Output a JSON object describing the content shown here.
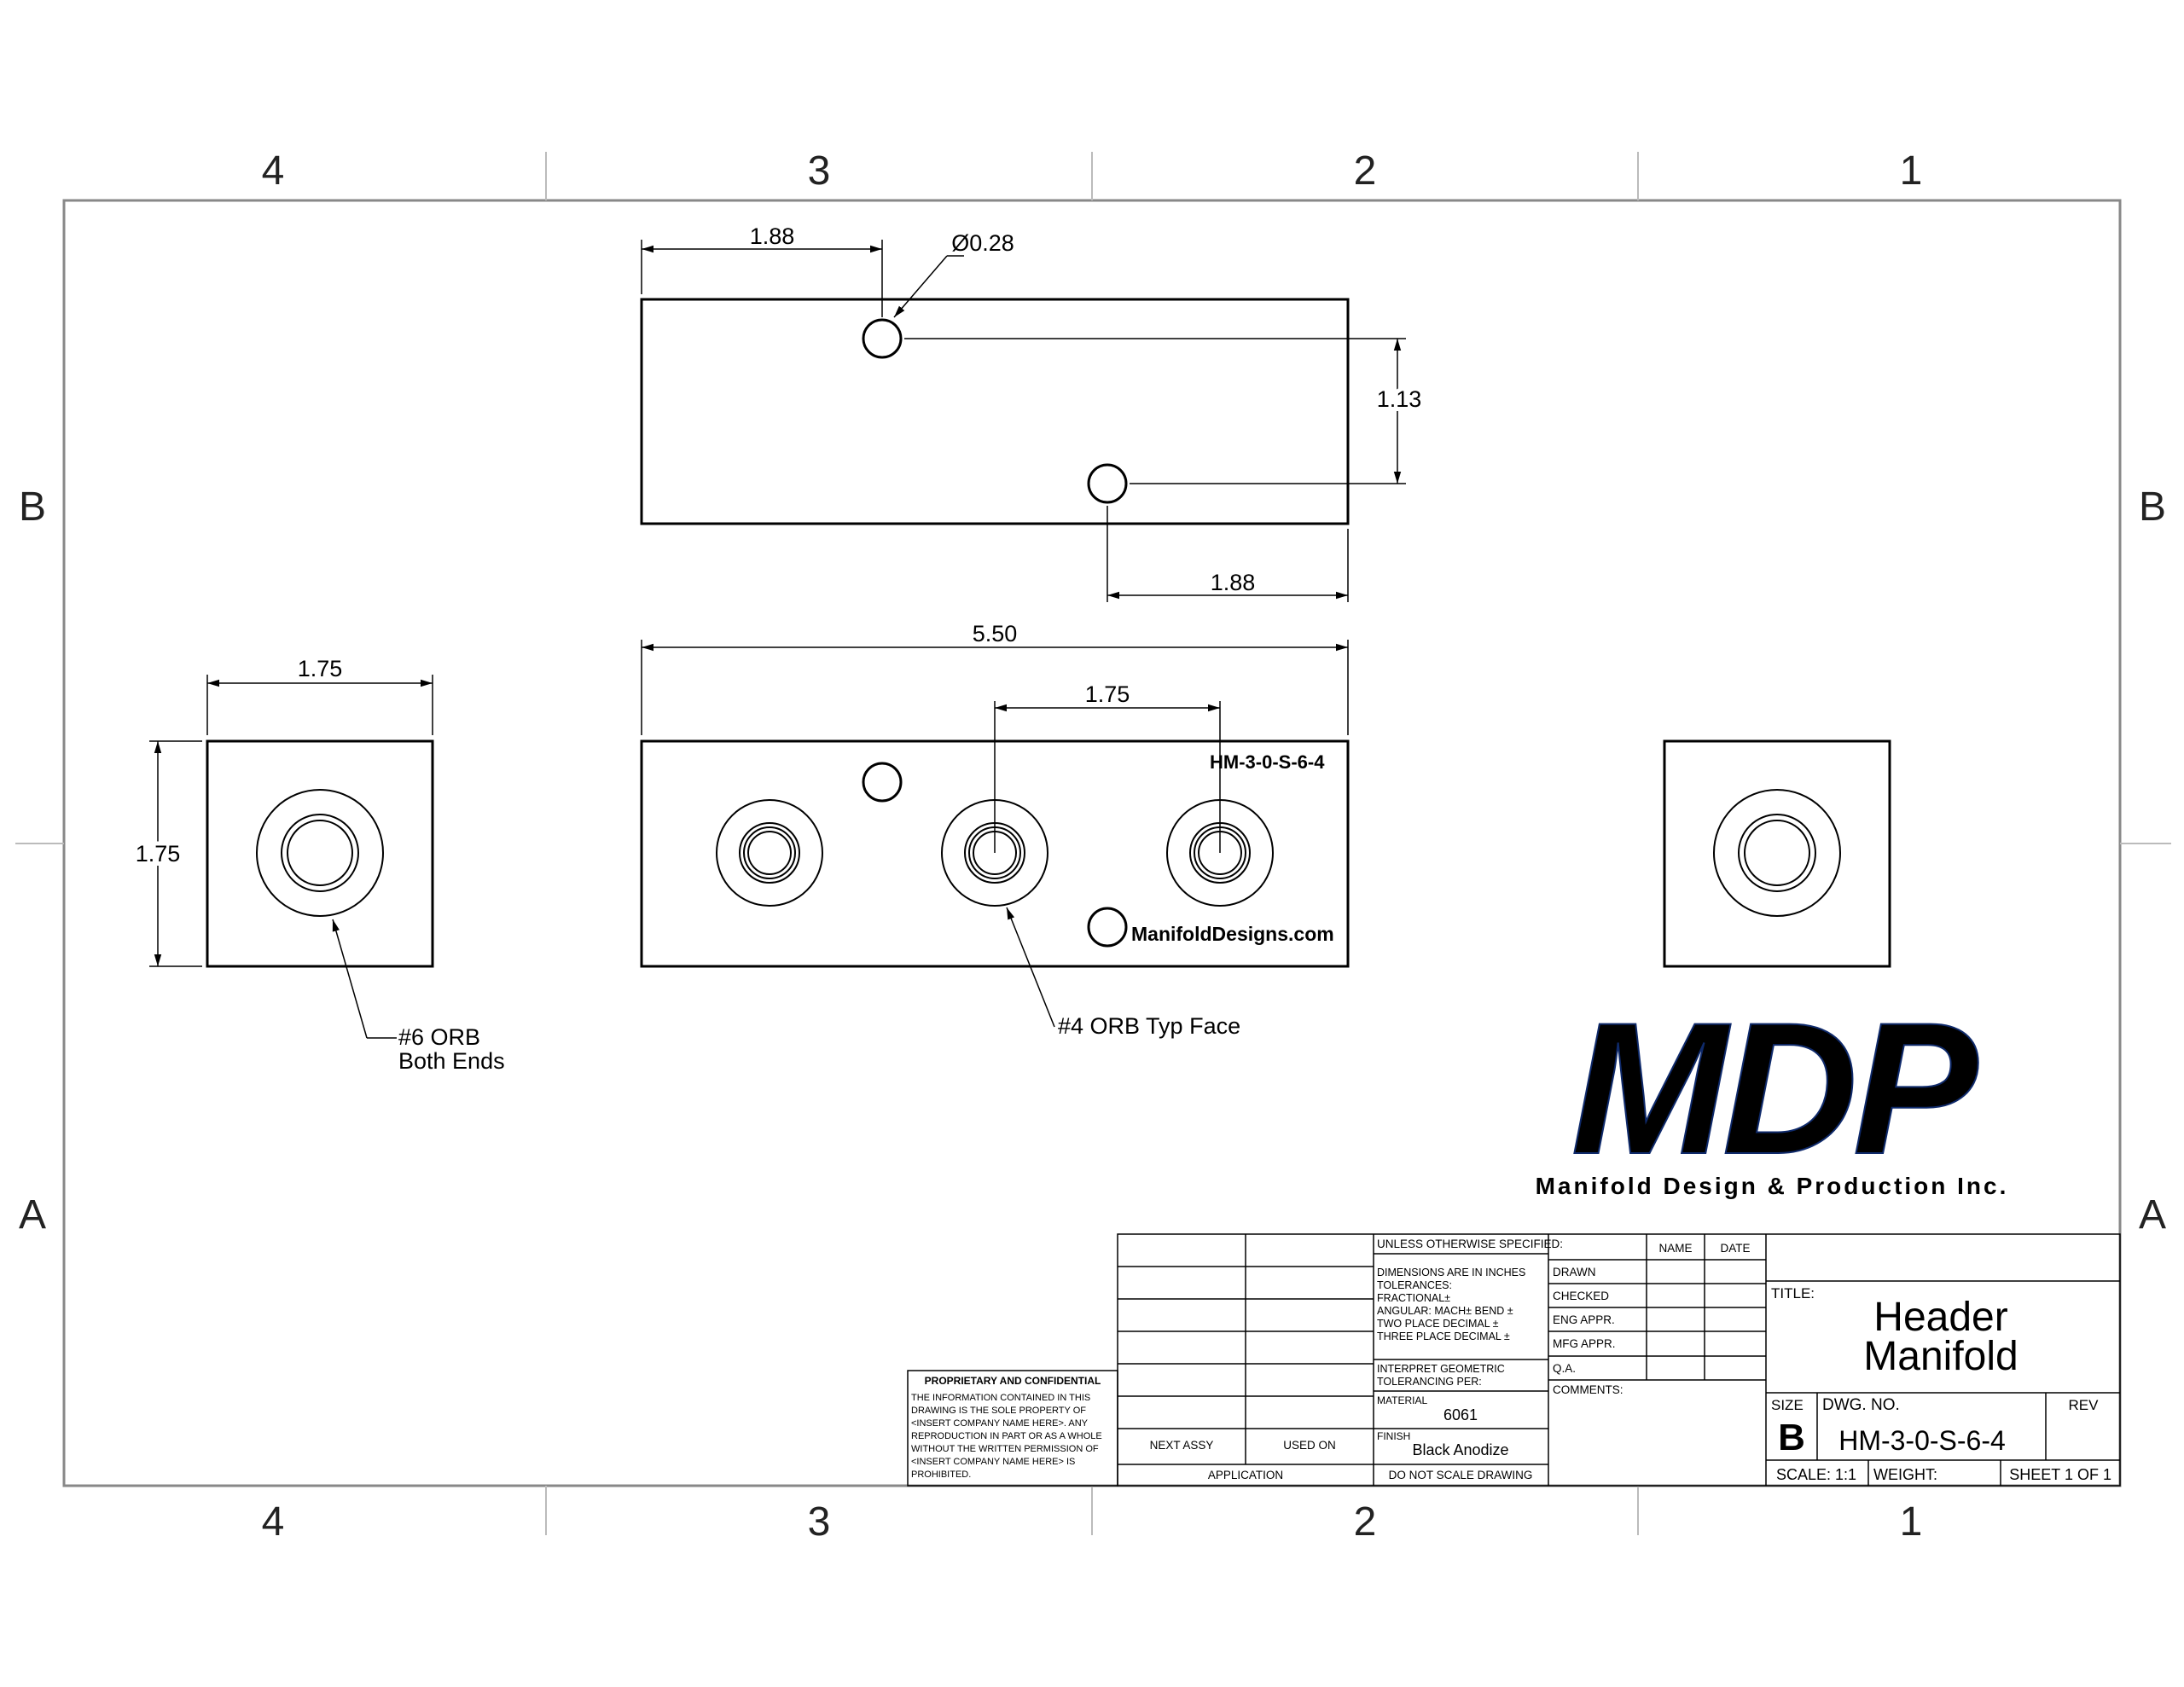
{
  "zones": {
    "columns": [
      "4",
      "3",
      "2",
      "1"
    ],
    "rows": [
      "B",
      "A"
    ]
  },
  "top_view": {
    "dims": {
      "hole_x": "1.88",
      "hole_dia": "Ø0.28",
      "hole_spacing_y": "1.13",
      "hole2_x": "1.88"
    }
  },
  "front_view": {
    "dims": {
      "overall_length": "5.50",
      "port_spacing": "1.75"
    },
    "engraving": {
      "part": "HM-3-0-S-6-4",
      "website": "ManifoldDesigns.com"
    },
    "callout": "#4 ORB Typ Face"
  },
  "left_view": {
    "dims": {
      "width": "1.75",
      "height": "1.75"
    },
    "callout_line1": "#6 ORB",
    "callout_line2": "Both Ends"
  },
  "logo": {
    "letters": "MDP",
    "company": "Manifold Design & Production Inc.",
    "colors": {
      "dark": "#0f2a6b",
      "mid": "#2f5fbf",
      "light": "#9ab8e8"
    }
  },
  "title_block": {
    "proprietary": {
      "heading": "PROPRIETARY AND CONFIDENTIAL",
      "lines": [
        "THE INFORMATION CONTAINED IN THIS",
        "DRAWING IS THE SOLE PROPERTY OF",
        "<INSERT COMPANY NAME HERE>.  ANY",
        "REPRODUCTION IN PART OR AS A WHOLE",
        "WITHOUT THE WRITTEN PERMISSION OF",
        "<INSERT COMPANY NAME HERE> IS",
        "PROHIBITED."
      ]
    },
    "next_assy": "NEXT ASSY",
    "used_on": "USED ON",
    "application": "APPLICATION",
    "unless": "UNLESS OTHERWISE SPECIFIED:",
    "tolerances": [
      "DIMENSIONS ARE IN INCHES",
      "TOLERANCES:",
      "FRACTIONAL±",
      "ANGULAR: MACH±    BEND ±",
      "TWO PLACE DECIMAL    ±",
      "THREE PLACE DECIMAL  ±"
    ],
    "interpret": [
      "INTERPRET GEOMETRIC",
      "TOLERANCING PER:"
    ],
    "material_label": "MATERIAL",
    "material": "6061",
    "finish_label": "FINISH",
    "finish": "Black Anodize",
    "do_not_scale": "DO NOT SCALE DRAWING",
    "name_hdr": "NAME",
    "date_hdr": "DATE",
    "rows": [
      "DRAWN",
      "CHECKED",
      "ENG APPR.",
      "MFG APPR.",
      "Q.A.",
      "COMMENTS:"
    ],
    "title_label": "TITLE:",
    "title_line1": "Header",
    "title_line2": "Manifold",
    "size_label": "SIZE",
    "size": "B",
    "dwg_no_label": "DWG.  NO.",
    "dwg_no": "HM-3-0-S-6-4",
    "rev_label": "REV",
    "scale": "SCALE: 1:1",
    "weight": "WEIGHT:",
    "sheet": "SHEET 1 OF 1"
  }
}
